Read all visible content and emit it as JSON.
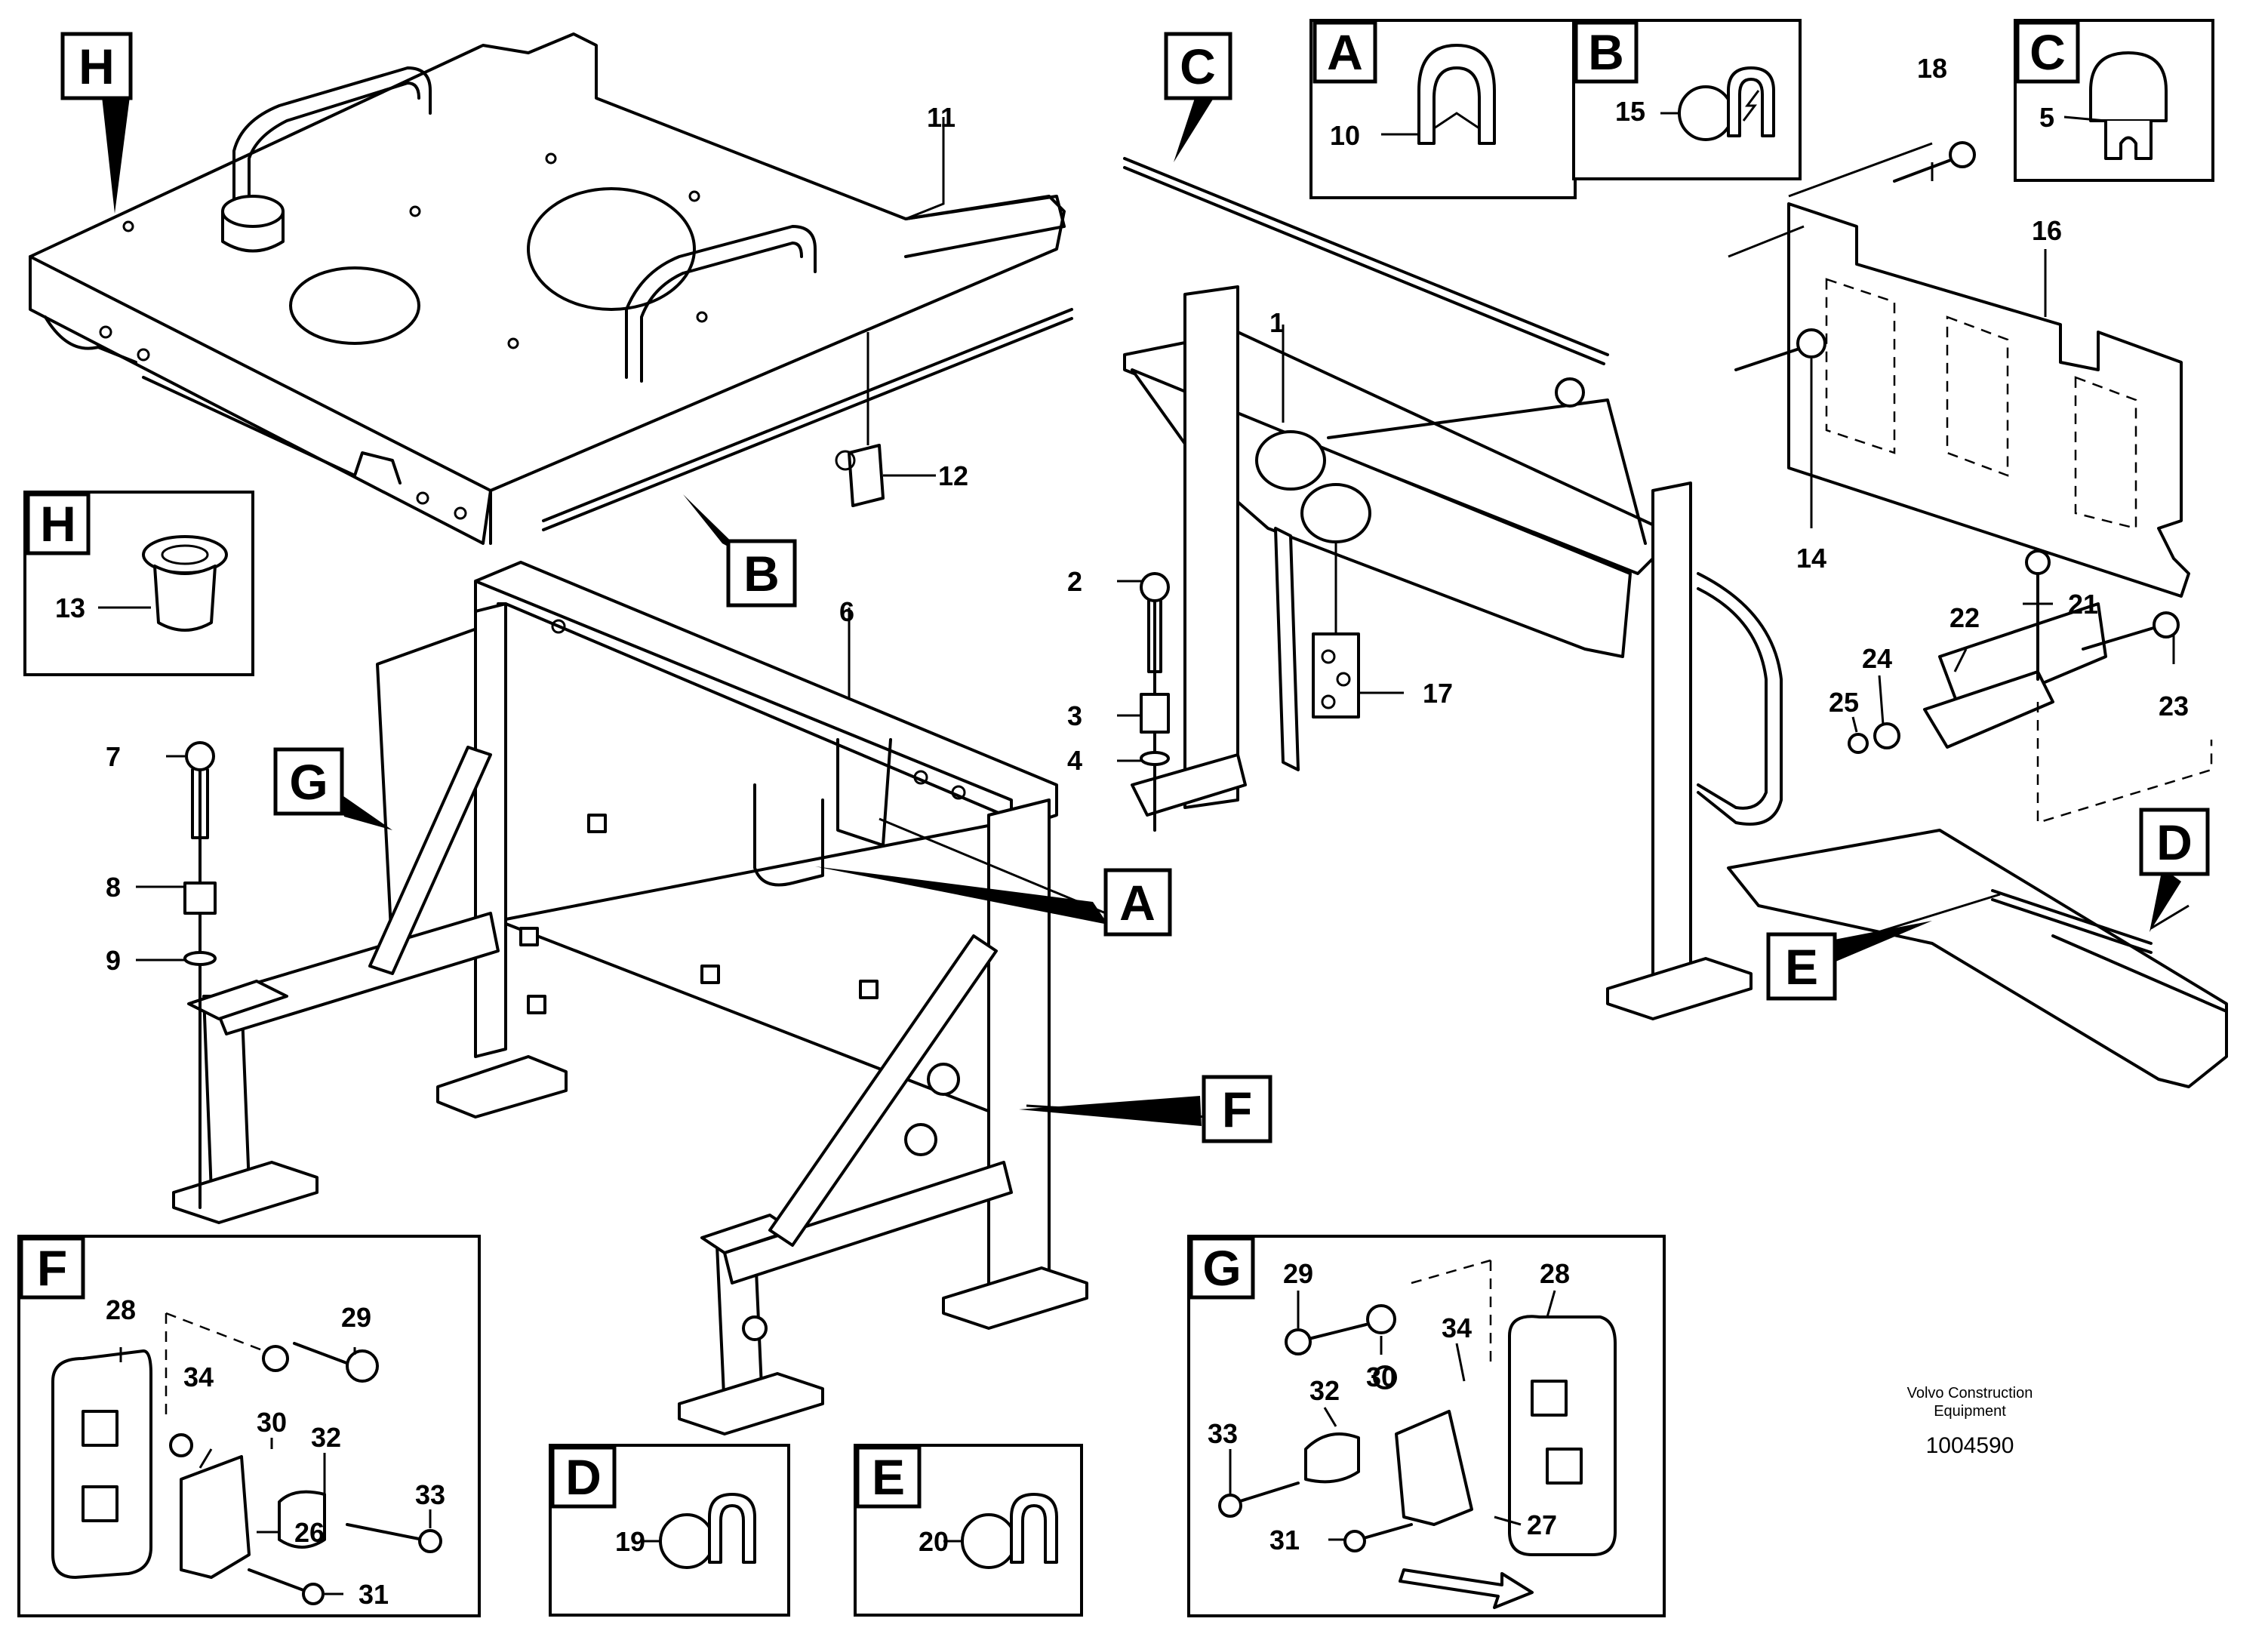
{
  "labels": {
    "A": "A",
    "B": "B",
    "C": "C",
    "D": "D",
    "E": "E",
    "F": "F",
    "G": "G",
    "H": "H"
  },
  "parts": {
    "p1": "1",
    "p2": "2",
    "p3": "3",
    "p4": "4",
    "p5": "5",
    "p6": "6",
    "p7": "7",
    "p8": "8",
    "p9": "9",
    "p10": "10",
    "p11": "11",
    "p12": "12",
    "p13": "13",
    "p14": "14",
    "p15": "15",
    "p16": "16",
    "p17": "17",
    "p18": "18",
    "p19": "19",
    "p20": "20",
    "p21": "21",
    "p22": "22",
    "p23": "23",
    "p24": "24",
    "p25": "25",
    "p26": "26",
    "p27": "27",
    "p28": "28",
    "p29": "29",
    "p30": "30",
    "p31": "31",
    "p32": "32",
    "p33": "33",
    "p34": "34"
  },
  "watermark": {
    "line1": "Volvo Construction",
    "line2": "Equipment",
    "drawing_number": "1004590"
  }
}
